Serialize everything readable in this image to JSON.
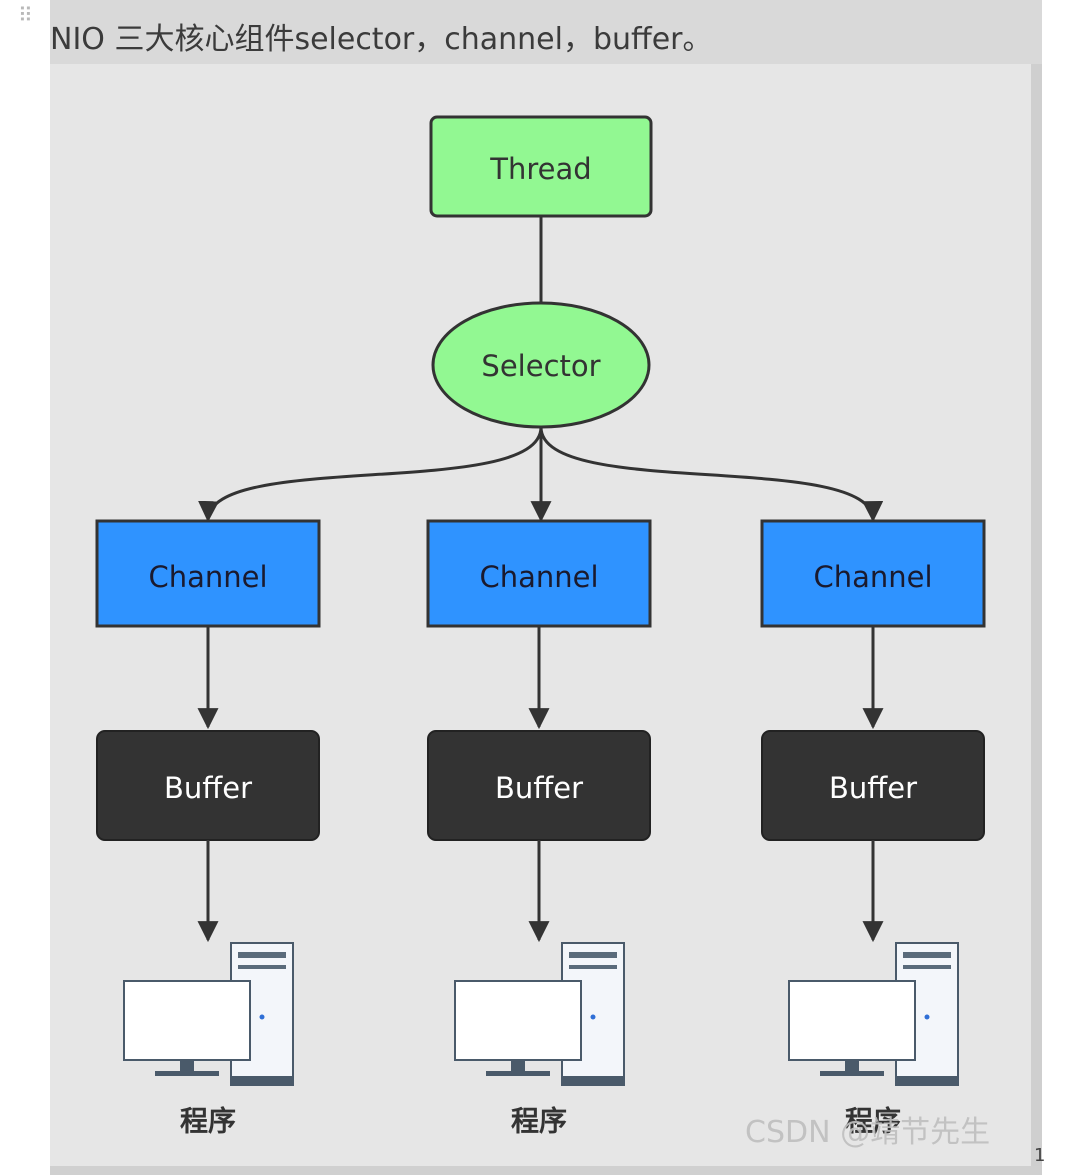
{
  "caption": "NIO 三大核心组件selector，channel，buffer。",
  "drag_handle_icon": "drag-handle-icon",
  "page_number": "1",
  "colors": {
    "thread_fill": "#92f892",
    "selector_fill": "#92f892",
    "channel_fill": "#2f93ff",
    "buffer_fill": "#333333",
    "stroke": "#333333",
    "background": "#e6e6e6"
  },
  "diagram": {
    "thread": {
      "label": "Thread"
    },
    "selector": {
      "label": "Selector"
    },
    "columns": [
      {
        "channel": "Channel",
        "buffer": "Buffer",
        "program": "程序"
      },
      {
        "channel": "Channel",
        "buffer": "Buffer",
        "program": "程序"
      },
      {
        "channel": "Channel",
        "buffer": "Buffer",
        "program": "程序"
      }
    ],
    "computer_icon": "computer-icon"
  },
  "watermark": "CSDN @靖节先生"
}
